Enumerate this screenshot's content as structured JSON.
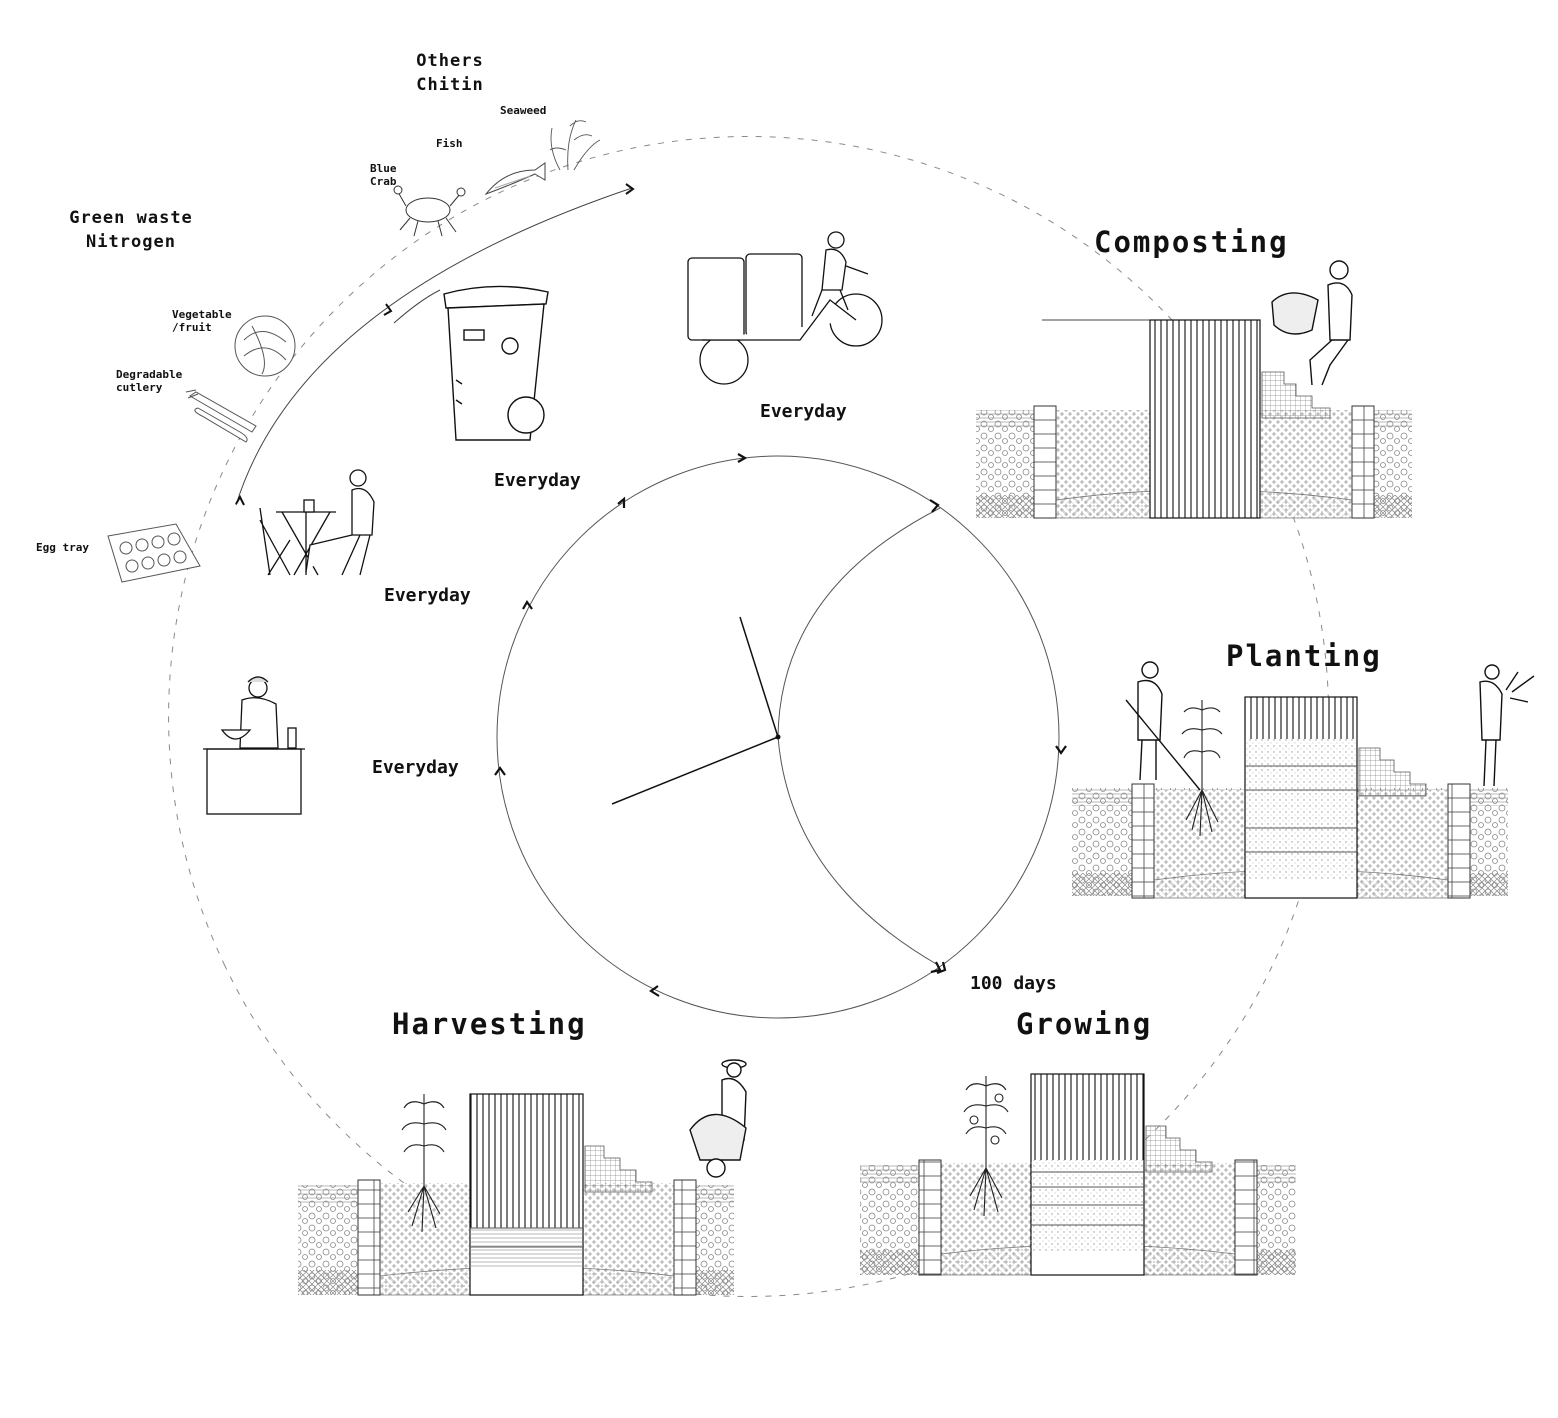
{
  "stages": {
    "composting": "Composting",
    "planting": "Planting",
    "growing": "Growing",
    "harvesting": "Harvesting"
  },
  "durations": {
    "everyday_truck": "Everyday",
    "everyday_bin": "Everyday",
    "everyday_cafe": "Everyday",
    "everyday_kitchen": "Everyday",
    "growing_period": "100 days"
  },
  "categories": {
    "others_title": "Others",
    "others_sub": "Chitin",
    "green_title": "Green waste",
    "green_sub": "Nitrogen"
  },
  "items": {
    "seaweed": "Seaweed",
    "fish": "Fish",
    "blue_crab": "Blue\nCrab",
    "vegetable": "Vegetable\n/fruit",
    "cutlery": "Degradable\ncutlery",
    "egg_tray": "Egg tray"
  },
  "icons": {
    "kitchen": "chef-kitchen-icon",
    "cafe": "cafe-table-icon",
    "bin": "compost-bin-icon",
    "tricycle": "cargo-tricycle-icon",
    "crab": "crab-icon",
    "fish": "fish-icon",
    "seaweed": "seaweed-icon",
    "cabbage": "cabbage-icon",
    "cutlery": "cutlery-icon",
    "egg_tray": "egg-tray-icon"
  },
  "colors": {
    "line": "#111111",
    "hatch": "#9a9a9a",
    "dash": "#8a8a8a"
  }
}
